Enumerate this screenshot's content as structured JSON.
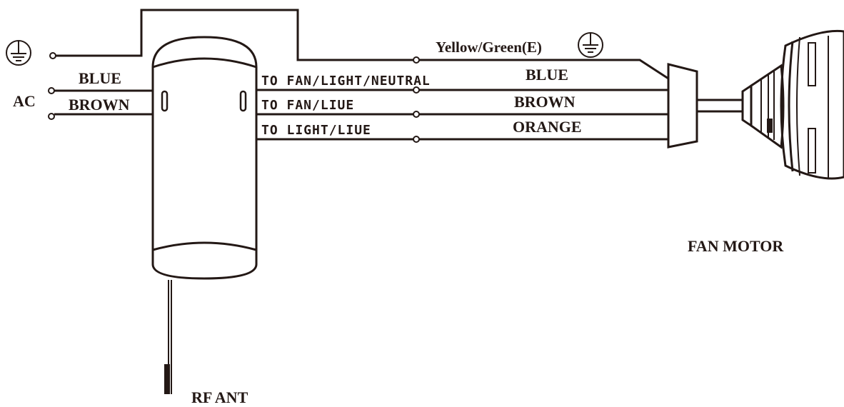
{
  "labels": {
    "ac": "AC",
    "input_blue": "BLUE",
    "input_brown": "BROWN",
    "earth_wire": "Yellow/Green(E)",
    "out_neutral": "TO FAN/LIGHT/NEUTRAL",
    "out_fan_live": "TO FAN/LIUE",
    "out_light_live": "TO LIGHT/LIUE",
    "color_blue": "BLUE",
    "color_brown": "BROWN",
    "color_orange": "ORANGE",
    "fan_motor": "FAN MOTOR",
    "rf_ant": "RF ANT"
  },
  "colors": {
    "line": "#231815",
    "background": "#ffffff"
  },
  "icons": [
    "ground-symbol-icon",
    "ground-symbol-icon"
  ]
}
